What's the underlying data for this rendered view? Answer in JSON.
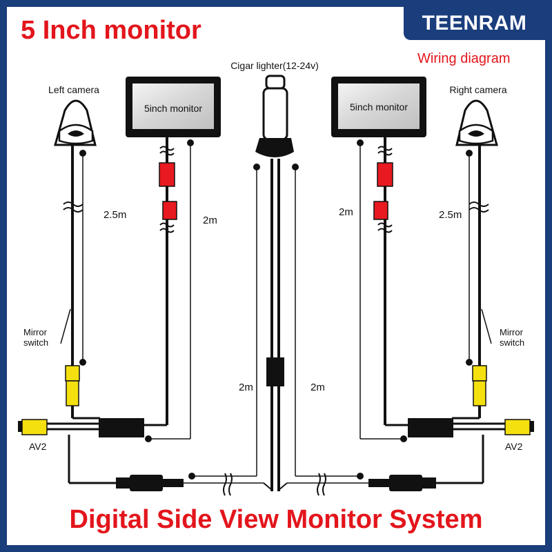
{
  "brand": "TEENRAM",
  "title": "5 Inch monitor",
  "subtitle": "Wiring diagram",
  "footer_title": "Digital Side View Monitor System",
  "labels": {
    "cigar_lighter": "Cigar lighter(12-24v)",
    "left_camera": "Left camera",
    "right_camera": "Right camera",
    "left_monitor": "5inch monitor",
    "right_monitor": "5inch monitor",
    "cable_left_camera": "2.5m",
    "cable_right_camera": "2.5m",
    "cable_left_monitor": "2m",
    "cable_right_monitor": "2m",
    "cable_power_left": "2m",
    "cable_power_right": "2m",
    "mirror_switch_left": "Mirror switch",
    "mirror_switch_right": "Mirror switch",
    "av_left": "AV2",
    "av_right": "AV2"
  },
  "colors": {
    "accent_red": "#e3151c",
    "brand_blue": "#1a3d7c",
    "connector_yellow": "#f4e00f",
    "connector_red": "#e8191f"
  }
}
